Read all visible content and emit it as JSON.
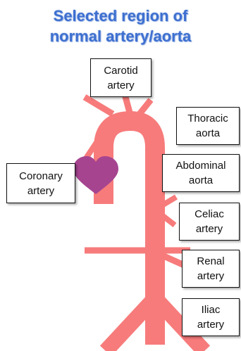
{
  "title": {
    "line1": "Selected region of",
    "line2": "normal artery/aorta"
  },
  "colors": {
    "title": "#3d6fd0",
    "artery": "#f77b7b",
    "heart": "#a64490"
  },
  "labels": {
    "carotid": {
      "line1": "Carotid",
      "line2": "artery"
    },
    "thoracic": {
      "line1": "Thoracic",
      "line2": "aorta"
    },
    "coronary": {
      "line1": "Coronary",
      "line2": "artery"
    },
    "abdominal": {
      "line1": "Abdominal",
      "line2": "aorta"
    },
    "celiac": {
      "line1": "Celiac",
      "line2": "artery"
    },
    "renal": {
      "line1": "Renal",
      "line2": "artery"
    },
    "iliac": {
      "line1": "Iliac",
      "line2": "artery"
    }
  }
}
